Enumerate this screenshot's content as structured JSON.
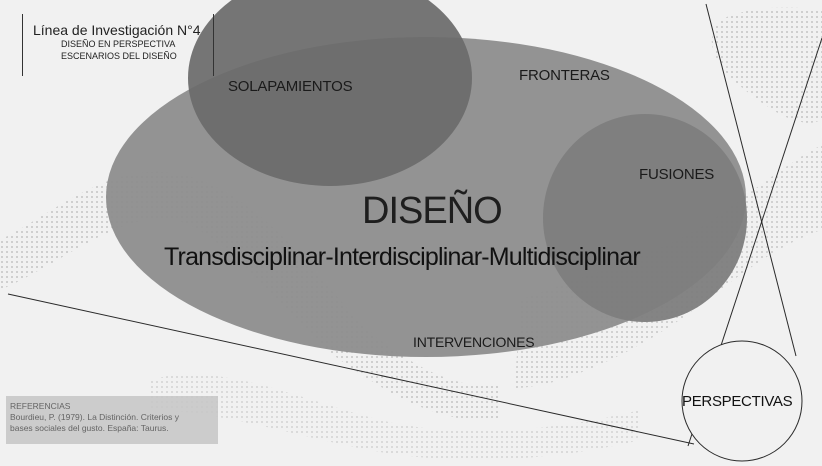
{
  "header": {
    "title": "Línea de Investigación N°4",
    "line1": "DISEÑO EN PERSPECTIVA",
    "line2": "ESCENARIOS DEL DISEÑO"
  },
  "diagram": {
    "main_label": "DISEÑO",
    "sub_label": "Transdisciplinar-Interdisciplinar-Multidisciplinar",
    "nodes": {
      "solapamientos": "SOLAPAMIENTOS",
      "fronteras": "FRONTERAS",
      "fusiones": "FUSIONES",
      "intervenciones": "INTERVENCIONES",
      "perspectivas": "PERSPECTIVAS"
    }
  },
  "references": {
    "heading": "REFERENCIAS",
    "line1": "Bourdieu, P. (1979). La Distinción. Criterios y",
    "line2": "bases sociales del gusto. España: Taurus."
  },
  "colors": {
    "background": "#f1f1f1",
    "big_ellipse": "#8d8d8d",
    "overlap_ellipse": "#6c6c6c",
    "fusion_circle": "#7e7e7e",
    "dots": "#b5b5b5",
    "line": "#2a2a2a"
  }
}
